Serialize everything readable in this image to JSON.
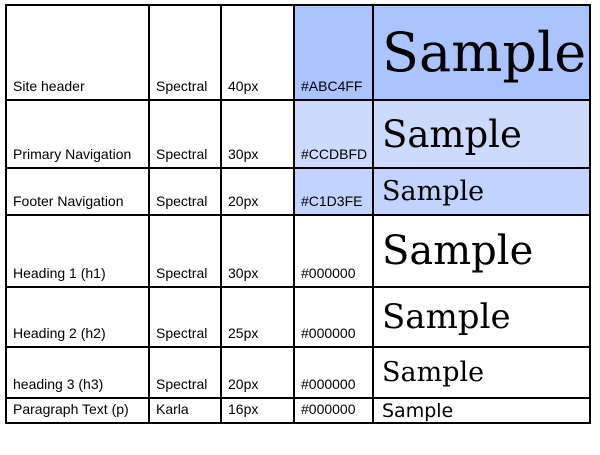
{
  "rows": [
    {
      "element": "Site header",
      "font": "Spectral",
      "size": "40px",
      "hex": "#ABC4FF",
      "sample": "Sample",
      "bg": "#ABC4FF"
    },
    {
      "element": "Primary Navigation",
      "font": "Spectral",
      "size": "30px",
      "hex": "#CCDBFD",
      "sample": "Sample",
      "bg": "#CCDBFD"
    },
    {
      "element": "Footer Navigation",
      "font": "Spectral",
      "size": "20px",
      "hex": "#C1D3FE",
      "sample": "Sample",
      "bg": "#C1D3FE"
    },
    {
      "element": "Heading 1 (h1)",
      "font": "Spectral",
      "size": "30px",
      "hex": "#000000",
      "sample": "Sample",
      "bg": "#FFFFFF"
    },
    {
      "element": "Heading 2 (h2)",
      "font": "Spectral",
      "size": "25px",
      "hex": "#000000",
      "sample": "Sample",
      "bg": "#FFFFFF"
    },
    {
      "element": "heading 3 (h3)",
      "font": "Spectral",
      "size": "20px",
      "hex": "#000000",
      "sample": "Sample",
      "bg": "#FFFFFF"
    },
    {
      "element": "Paragraph Text (p)",
      "font": "Karla",
      "size": "16px",
      "hex": "#000000",
      "sample": "Sample",
      "bg": "#FFFFFF"
    }
  ]
}
